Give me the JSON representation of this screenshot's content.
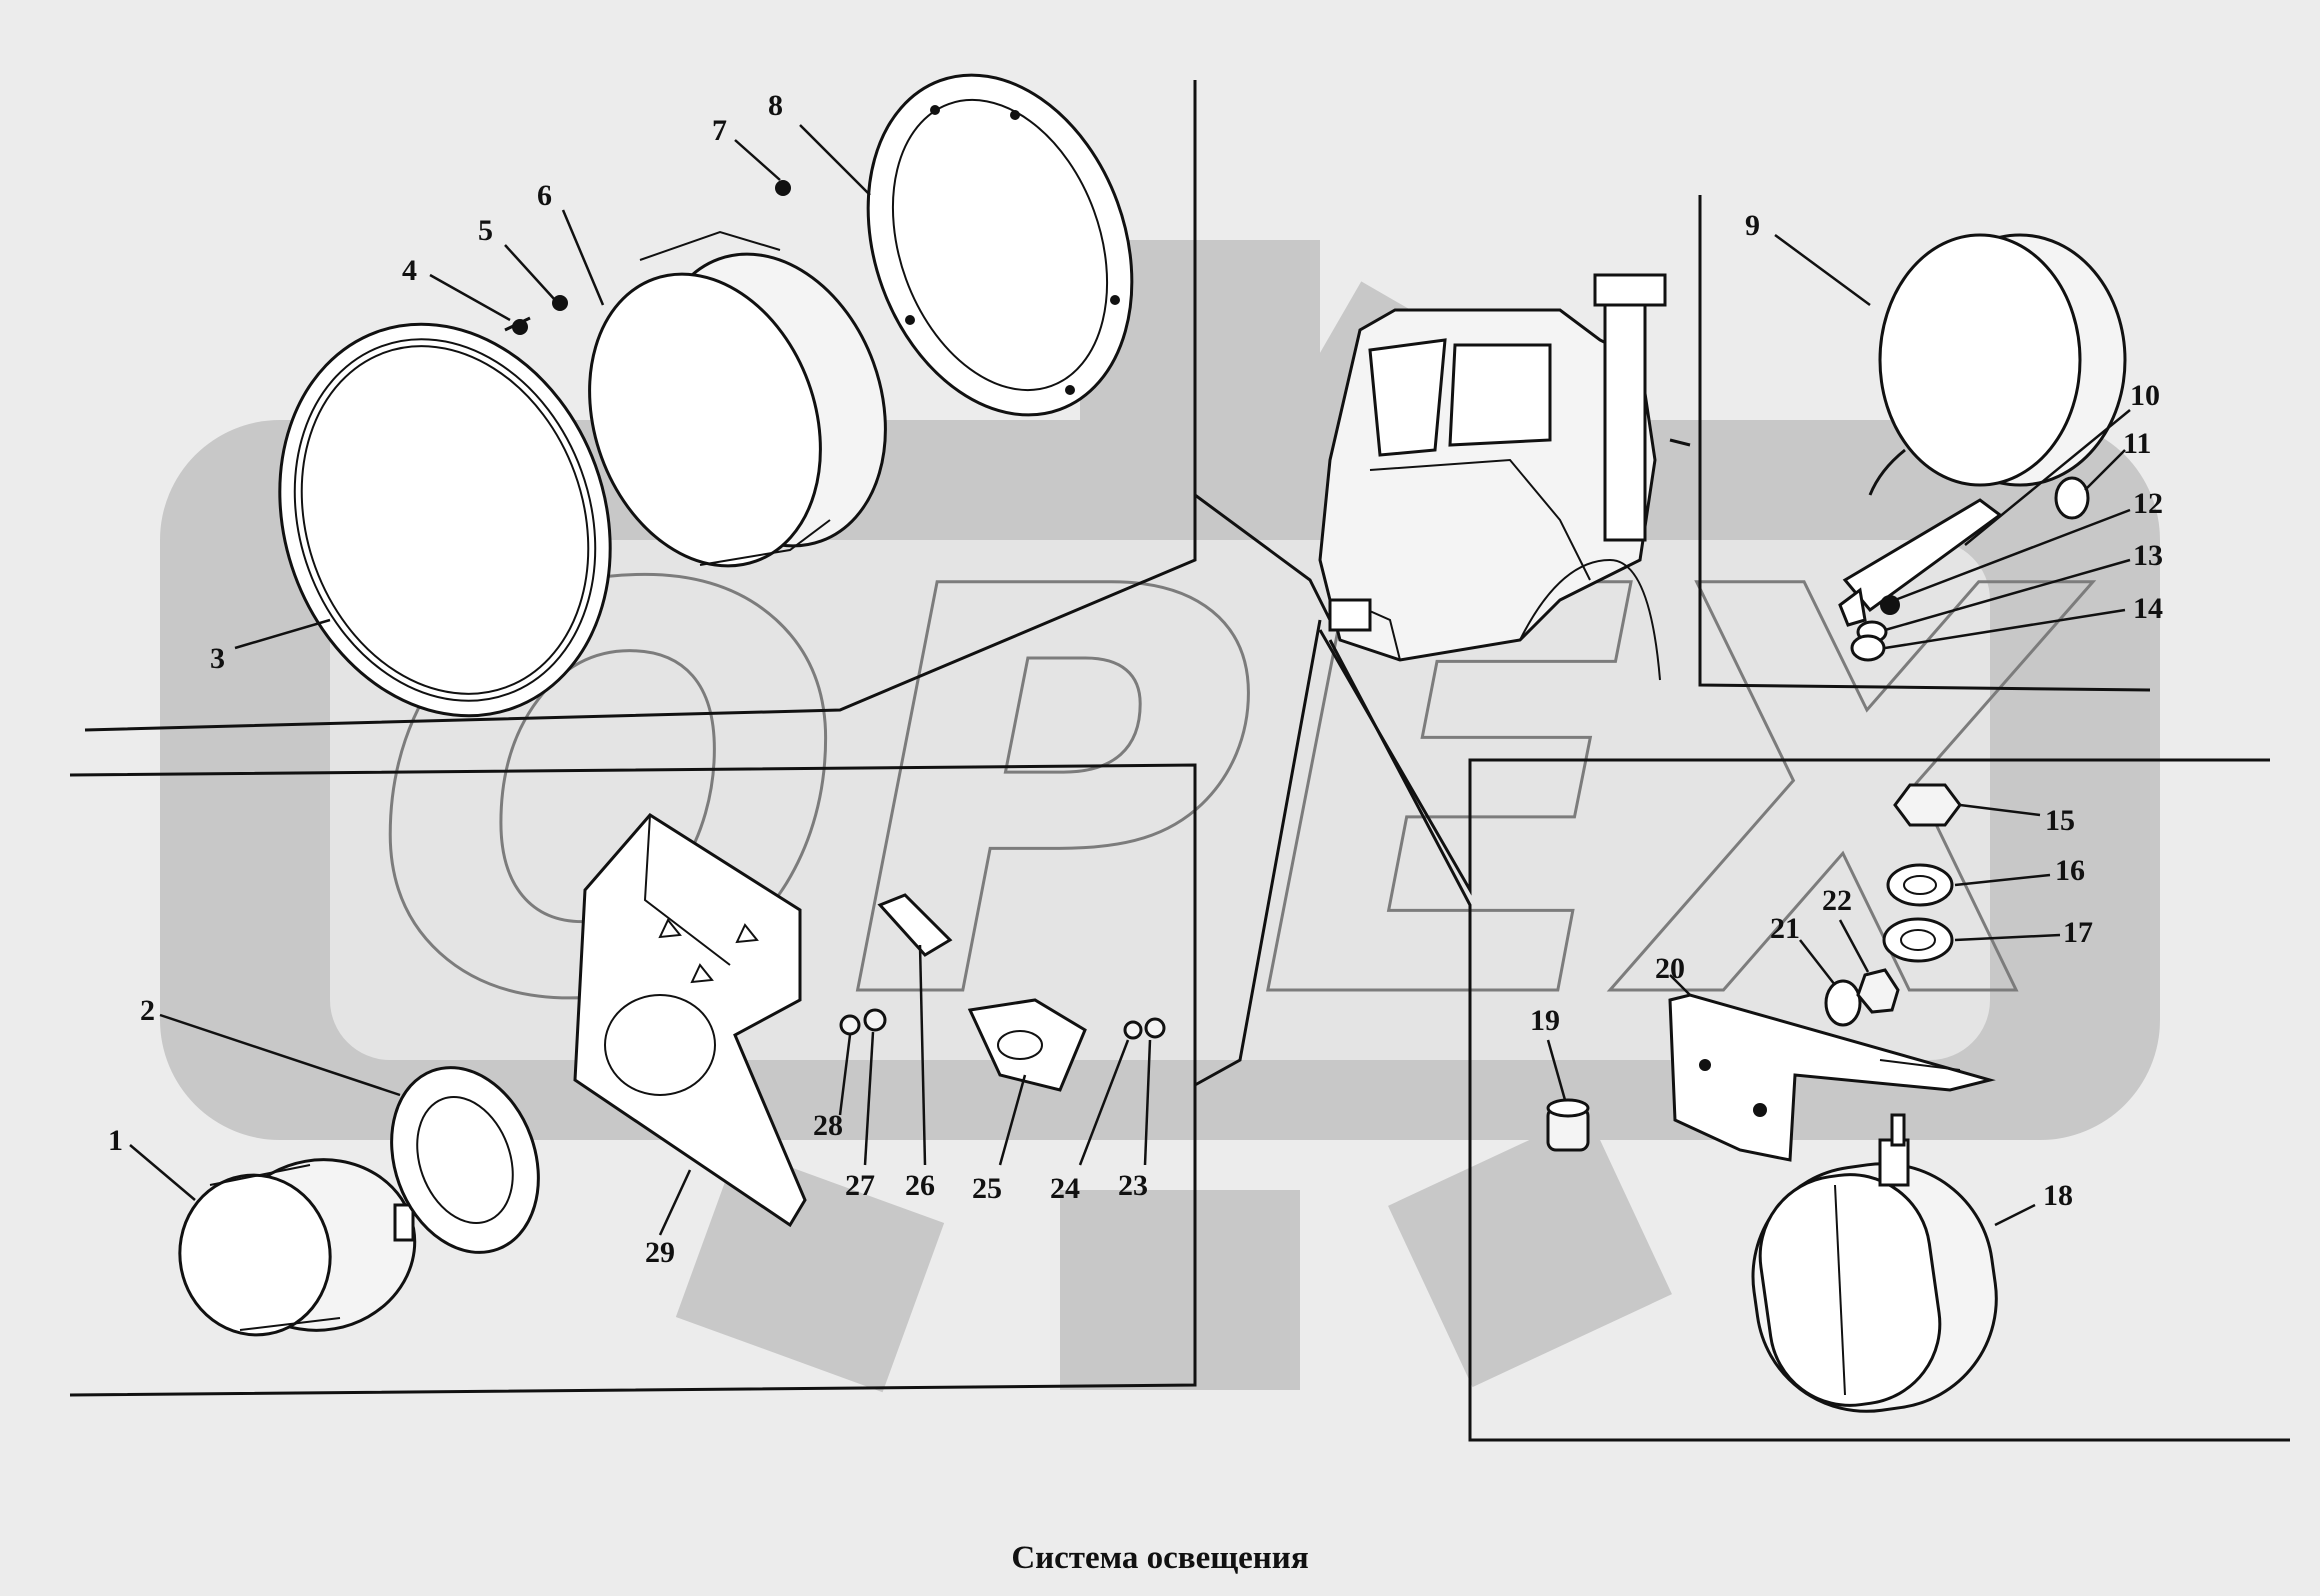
{
  "caption": "Система освещения",
  "watermark": "OPEX",
  "colors": {
    "background": "#ececec",
    "ink": "#111111",
    "watermark": "#c8c8c8"
  },
  "labels": [
    "1",
    "2",
    "3",
    "4",
    "5",
    "6",
    "7",
    "8",
    "9",
    "10",
    "11",
    "12",
    "13",
    "14",
    "15",
    "16",
    "17",
    "18",
    "19",
    "20",
    "21",
    "22",
    "23",
    "24",
    "25",
    "26",
    "27",
    "28",
    "29"
  ]
}
